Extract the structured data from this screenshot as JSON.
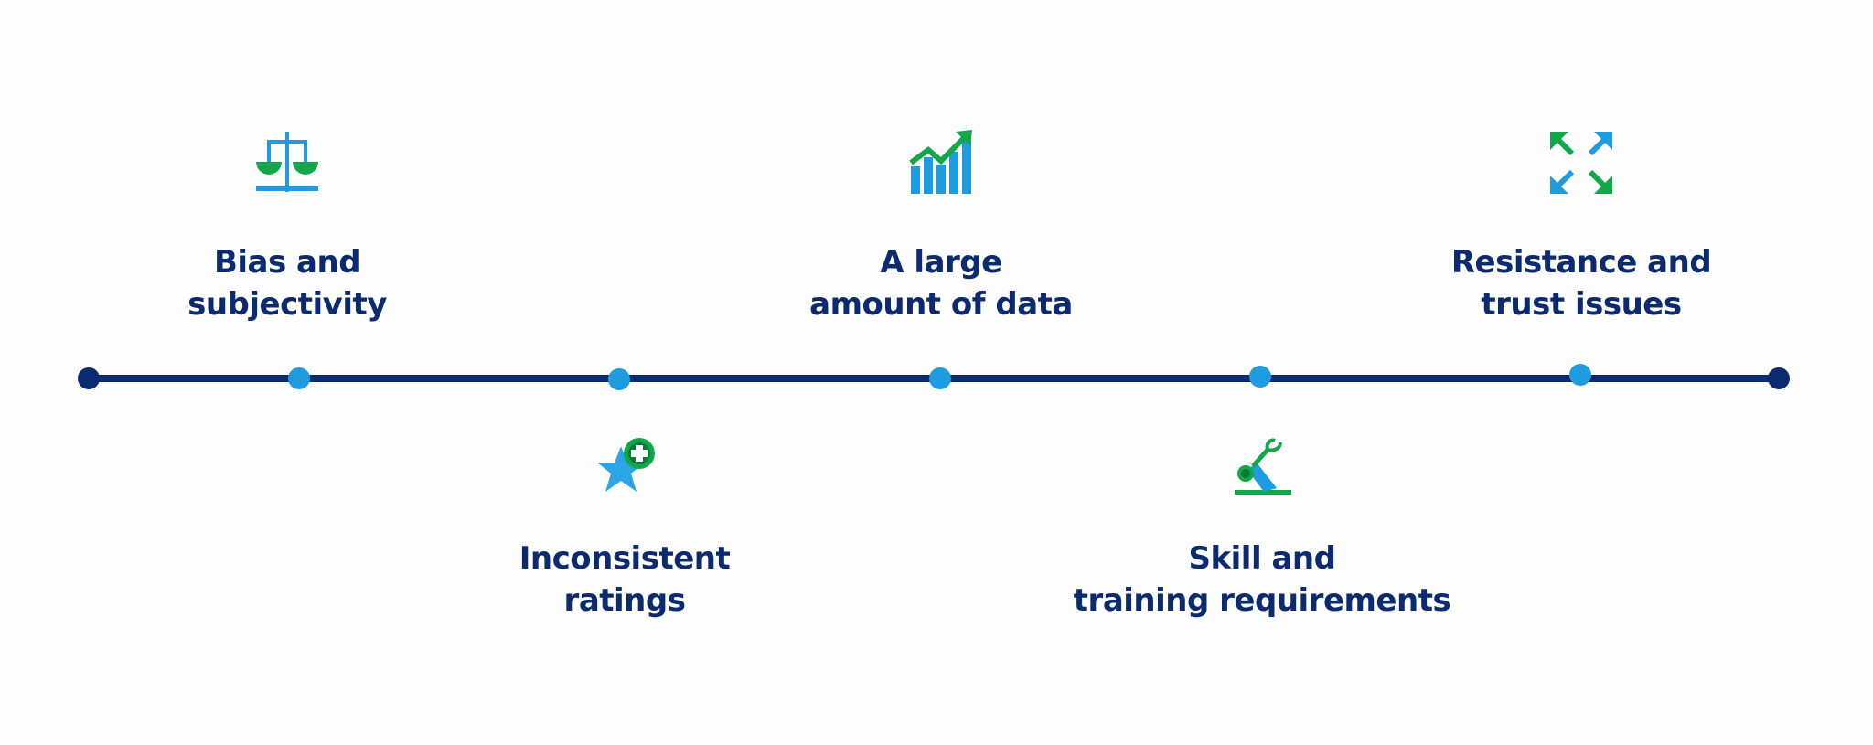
{
  "colors": {
    "line": "#0b2a6f",
    "end_dot": "#0b2a6f",
    "node_dot": "#1f9be0",
    "text": "#0b2a6f",
    "icon_blue": "#1f9be0",
    "icon_green": "#12a84a",
    "icon_dark_green": "#0a7a36"
  },
  "items": [
    {
      "line1": "Bias and",
      "line2": "subjectivity",
      "icon": "scales-icon",
      "position": "top"
    },
    {
      "line1": "Inconsistent",
      "line2": "ratings",
      "icon": "star-plus-icon",
      "position": "bottom"
    },
    {
      "line1": "A large",
      "line2": "amount of data",
      "icon": "growth-chart-icon",
      "position": "top"
    },
    {
      "line1": "Skill and",
      "line2": "training requirements",
      "icon": "robotic-arm-icon",
      "position": "bottom"
    },
    {
      "line1": "Resistance and",
      "line2": "trust issues",
      "icon": "expand-arrows-icon",
      "position": "top"
    }
  ]
}
